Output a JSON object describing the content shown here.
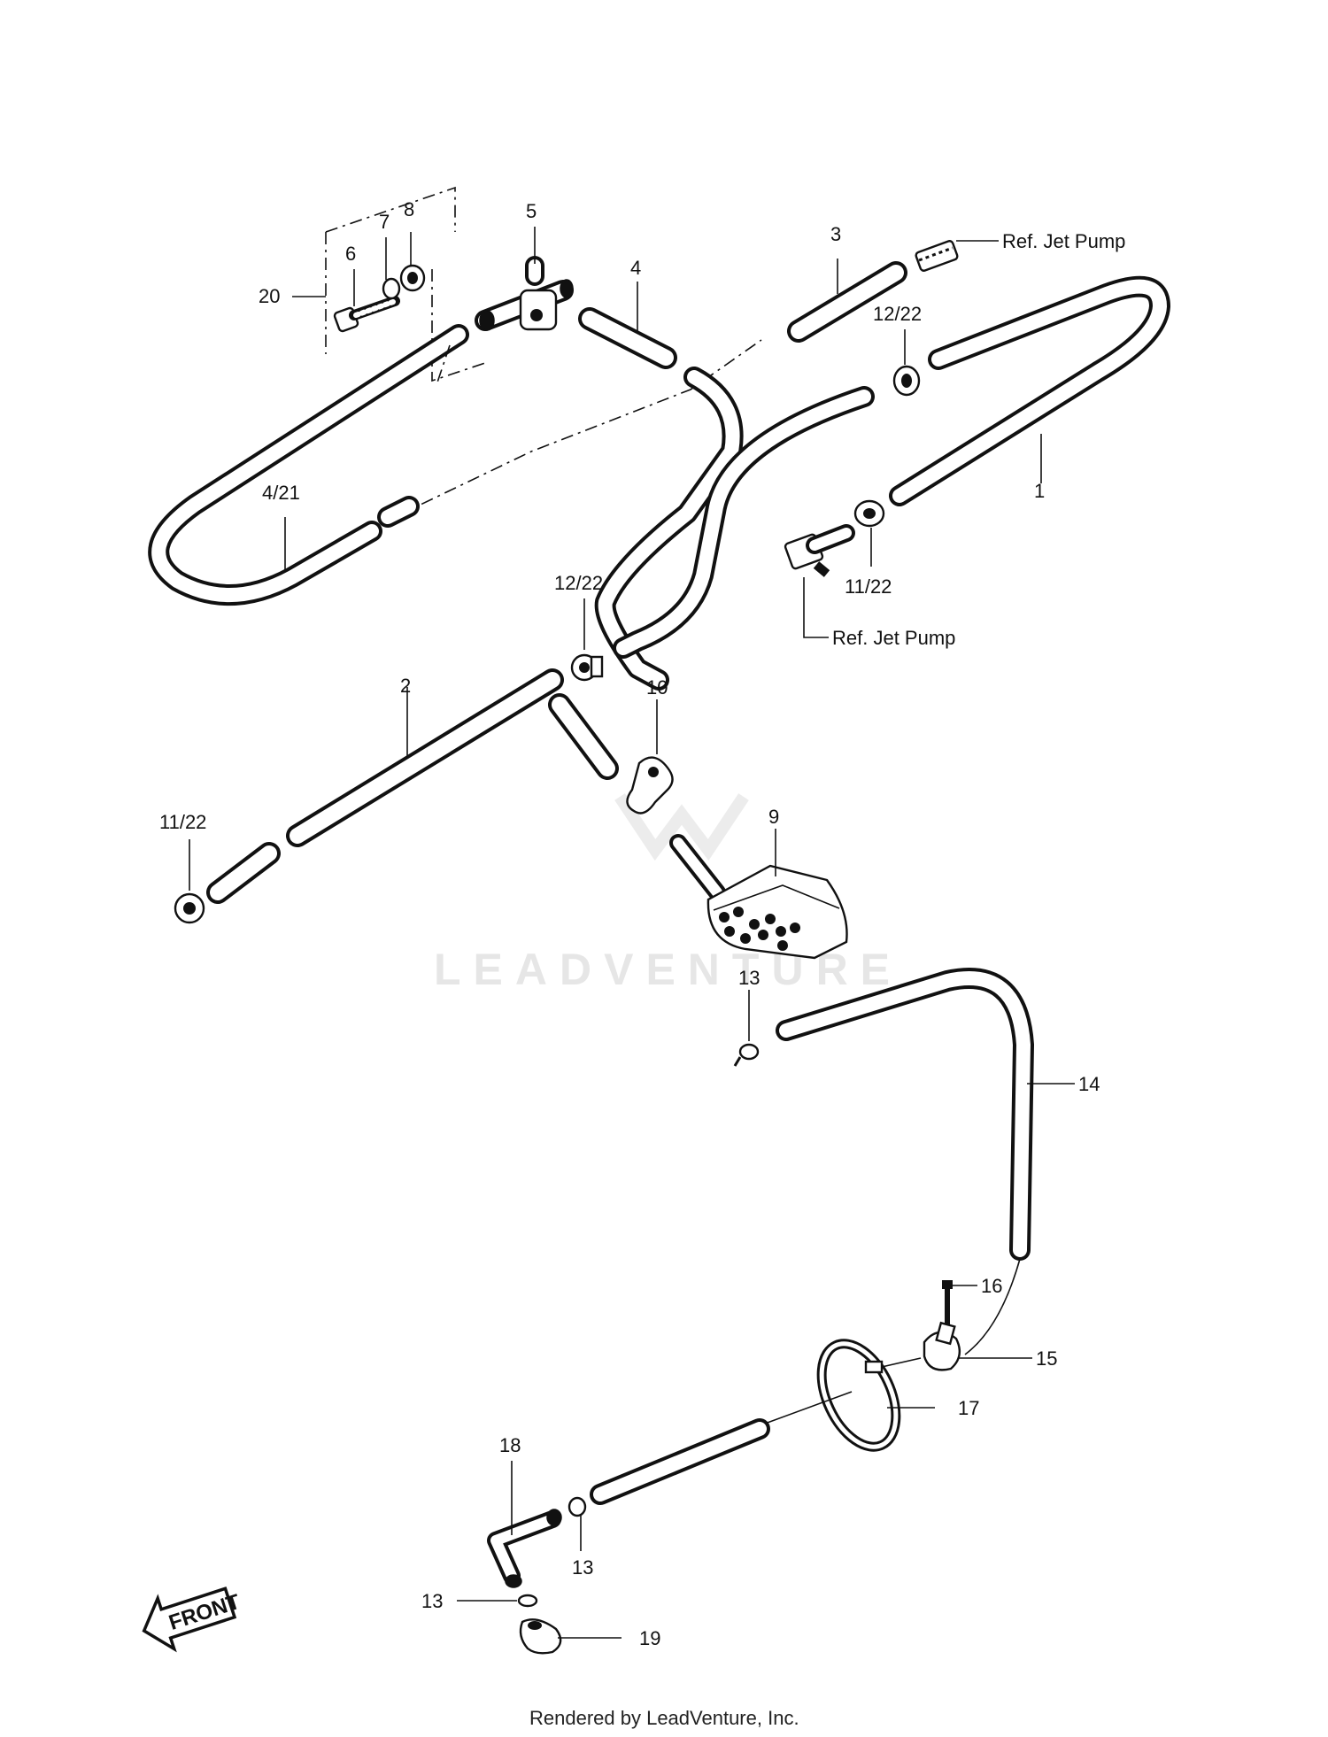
{
  "watermark": "LEADVENTURE",
  "footer": "Rendered by LeadVenture, Inc.",
  "front_label": "FRONT",
  "labels": {
    "p1": "1",
    "p2": "2",
    "p3": "3",
    "p4": "4",
    "p4_21": "4/21",
    "p5": "5",
    "p6": "6",
    "p7": "7",
    "p8": "8",
    "p9": "9",
    "p10": "10",
    "p11_22_right": "11/22",
    "p11_22_left": "11/22",
    "p12_22_top": "12/22",
    "p12_22_mid": "12/22",
    "p13_top": "13",
    "p13_mid": "13",
    "p13_low": "13",
    "p14": "14",
    "p15": "15",
    "p16": "16",
    "p17": "17",
    "p18": "18",
    "p19": "19",
    "p20": "20",
    "ref_top": "Ref. Jet Pump",
    "ref_mid": "Ref. Jet Pump"
  }
}
